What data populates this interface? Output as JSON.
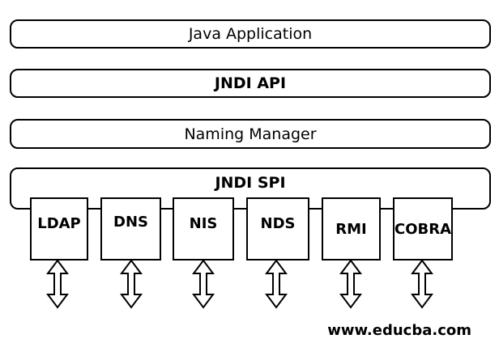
{
  "layers": {
    "app": "Java Application",
    "api": "JNDI API",
    "naming_manager": "Naming Manager",
    "spi": "JNDI SPI"
  },
  "providers": [
    "LDAP",
    "DNS",
    "NIS",
    "NDS",
    "RMI",
    "COBRA"
  ],
  "footer": "www.educba.com",
  "colors": {
    "stroke": "#000000",
    "fill": "#ffffff"
  }
}
